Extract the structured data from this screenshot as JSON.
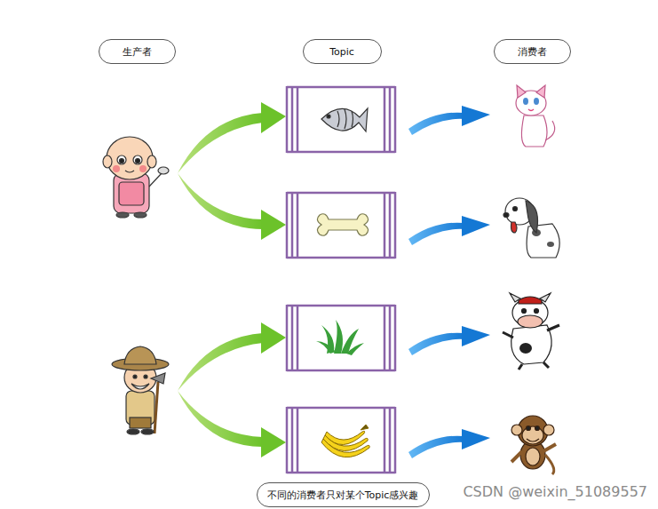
{
  "diagram": {
    "nodes": [
      {
        "text": [
          "生产者"
        ]
      },
      {
        "text": [
          "Topic"
        ]
      },
      {
        "text": [
          "消费者"
        ]
      },
      {
        "text": [
          "不同的消费者只对某个Topic感兴趣"
        ]
      }
    ],
    "labels": [
      "CSDN @weixin_51089557"
    ]
  }
}
